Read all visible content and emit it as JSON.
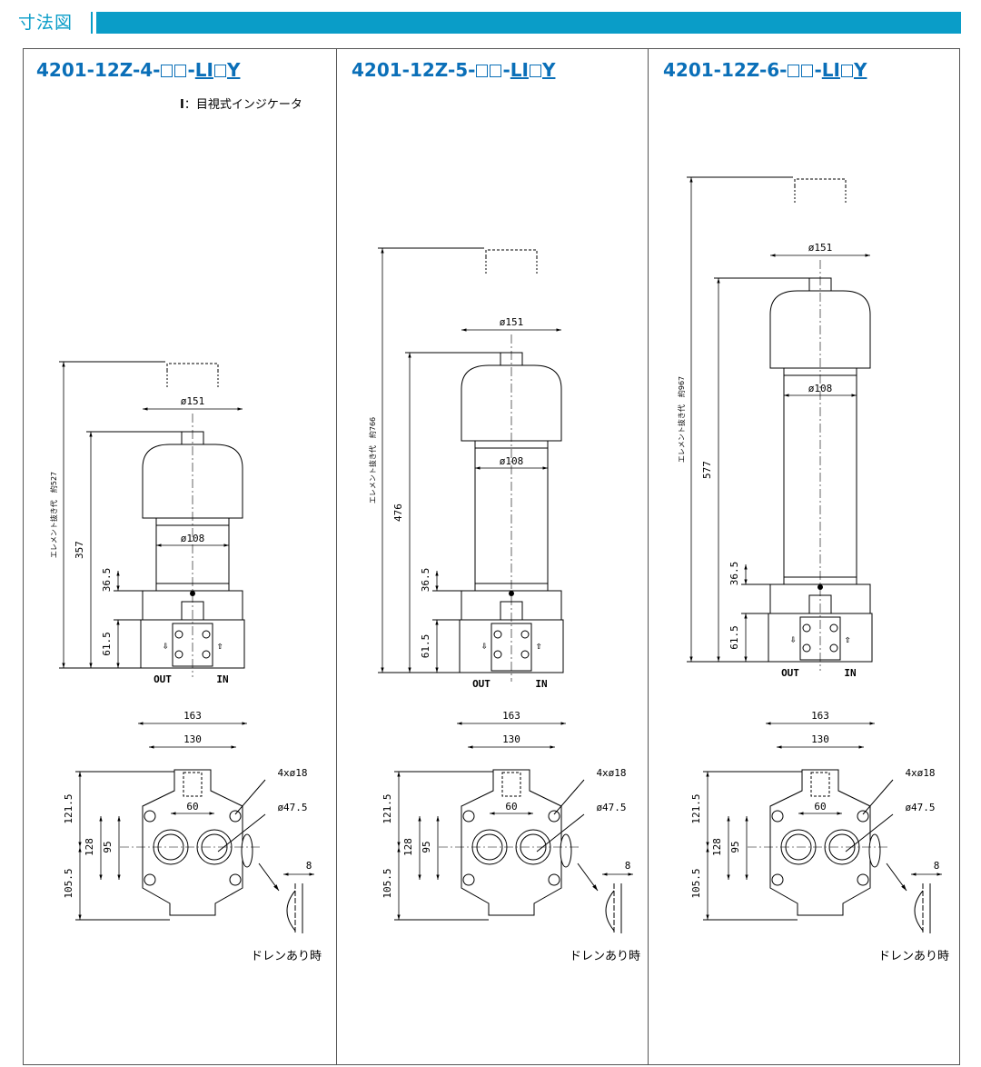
{
  "header": {
    "title": "寸法図"
  },
  "note": {
    "letter": "I",
    "text": "：目視式インジケータ"
  },
  "columns": [
    {
      "model": {
        "prefix": "4201-12Z-4-",
        "dash": "-",
        "li": "LI",
        "y": "Y"
      },
      "dims": {
        "removal": "エレメント抜き代　約527",
        "height": "357",
        "upper": "36.5",
        "lower": "61.5",
        "d151": "ø151",
        "d108": "ø108"
      }
    },
    {
      "model": {
        "prefix": "4201-12Z-5-",
        "dash": "-",
        "li": "LI",
        "y": "Y"
      },
      "dims": {
        "removal": "エレメント抜き代　約766",
        "height": "476",
        "upper": "36.5",
        "lower": "61.5",
        "d151": "ø151",
        "d108": "ø108"
      }
    },
    {
      "model": {
        "prefix": "4201-12Z-6-",
        "dash": "-",
        "li": "LI",
        "y": "Y"
      },
      "dims": {
        "removal": "エレメント抜き代　約967",
        "height": "577",
        "upper": "36.5",
        "lower": "61.5",
        "d151": "ø151",
        "d108": "ø108"
      }
    }
  ],
  "ports": {
    "out": "OUT",
    "in": "IN"
  },
  "plan": {
    "w163": "163",
    "w130": "130",
    "w60": "60",
    "h121": "121.5",
    "h128": "128",
    "h95": "95",
    "h105": "105.5",
    "holes": "4xø18",
    "port": "ø47.5",
    "drain_w": "8",
    "drain_note": "ドレンあり時"
  }
}
